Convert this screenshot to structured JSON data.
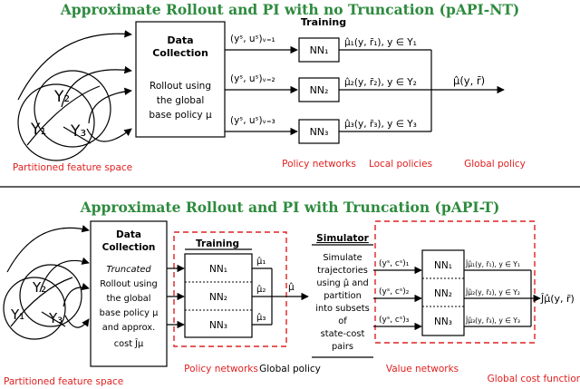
{
  "colors": {
    "title": "#2e8b3e",
    "annotation": "#e02020"
  },
  "top": {
    "title": "Approximate Rollout and PI with no Truncation (pAPI-NT)",
    "feature_space_label": "Partitioned feature space",
    "regions": [
      "Y₁",
      "Y₂",
      "Y₃"
    ],
    "data_collection": {
      "heading_line1": "Data",
      "heading_line2": "Collection",
      "body": [
        "Rollout using",
        "the global",
        "base policy μ"
      ]
    },
    "training_label": "Training",
    "samples": [
      "(yˢ, uˢ)ᵥ₌₁",
      "(yˢ, uˢ)ᵥ₌₂",
      "(yˢ, uˢ)ᵥ₌₃"
    ],
    "networks": [
      "NN₁",
      "NN₂",
      "NN₃"
    ],
    "local_policies": [
      "μ̂₁(y, r̄₁),  y ∈ Y₁",
      "μ̂₂(y, r̄₂),  y ∈ Y₂",
      "μ̂₃(y, r̄₃),  y ∈ Y₃"
    ],
    "global_policy_expr": "μ̂(y, r̄)",
    "captions": {
      "policy_networks": "Policy networks",
      "local_policies": "Local policies",
      "global_policy": "Global policy"
    }
  },
  "bottom": {
    "title": "Approximate Rollout and PI with Truncation (pAPI-T)",
    "feature_space_label": "Partitioned feature space",
    "regions": [
      "Y₁",
      "Y₂",
      "Y₃"
    ],
    "data_collection": {
      "heading_line1": "Data",
      "heading_line2": "Collection",
      "body": [
        "Truncated",
        "Rollout using",
        "the global",
        "base policy μ",
        "and approx.",
        "cost Ĵμ"
      ]
    },
    "training_label": "Training",
    "networks": [
      "NN₁",
      "NN₂",
      "NN₃"
    ],
    "policy_outputs": [
      "μ̂₁",
      "μ̂₂",
      "μ̂₃"
    ],
    "global_policy_symbol": "μ̂",
    "simulator": {
      "heading": "Simulator",
      "body": [
        "Simulate",
        "trajectories",
        "using μ̂ and",
        "partition",
        "into subsets",
        "of",
        "state-cost",
        "pairs"
      ]
    },
    "cost_samples": [
      "(yˢ, cˢ)₁",
      "(yˢ, cˢ)₂",
      "(yˢ, cˢ)₃"
    ],
    "value_networks": [
      "NN₁",
      "NN₂",
      "NN₃"
    ],
    "value_outputs": [
      "Ĵμ̂₁(y, r̄₁), y ∈ Y₁",
      "Ĵμ̂₂(y, r̄₂), y ∈ Y₂",
      "Ĵμ̂₃(y, r̄₃), y ∈ Y₃"
    ],
    "global_cost_expr": "Ĵμ̂(y, r̄)",
    "captions": {
      "policy_networks": "Policy networks",
      "global_policy": "Global policy",
      "value_networks": "Value networks",
      "global_cost_function": "Global cost function"
    }
  }
}
